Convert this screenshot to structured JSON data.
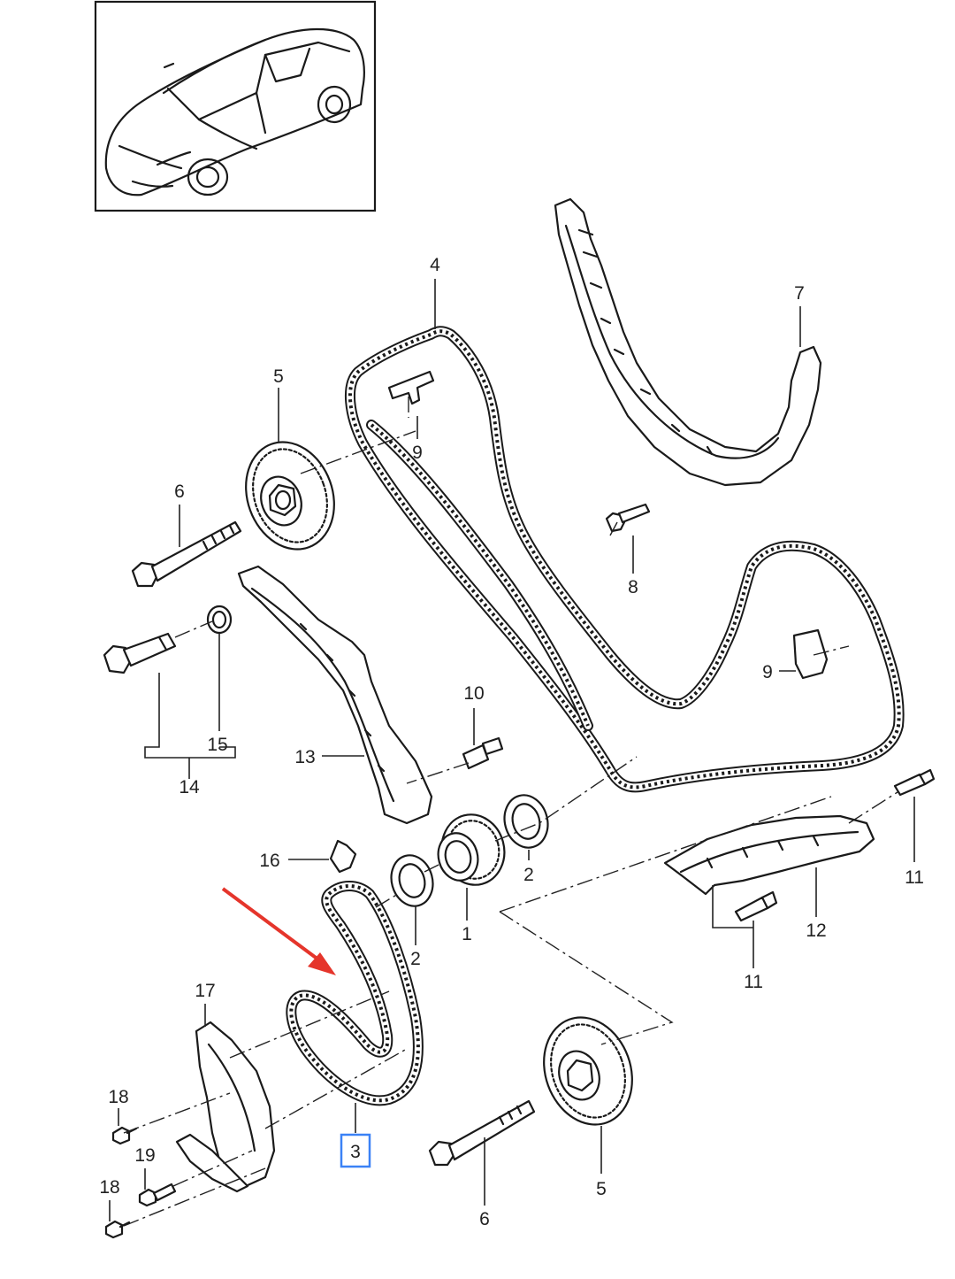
{
  "callouts": {
    "c1": "1",
    "c2a": "2",
    "c2b": "2",
    "c3": "3",
    "c4": "4",
    "c5a": "5",
    "c5b": "5",
    "c6a": "6",
    "c6b": "6",
    "c7": "7",
    "c8": "8",
    "c9a": "9",
    "c9b": "9",
    "c10": "10",
    "c11a": "11",
    "c11b": "11",
    "c12": "12",
    "c13": "13",
    "c14": "14",
    "c15": "15",
    "c16": "16",
    "c17": "17",
    "c18a": "18",
    "c18b": "18",
    "c19": "19"
  },
  "highlight": {
    "callout": "3",
    "box_color": "#3b82f6",
    "arrow_color": "#e5352b"
  },
  "icons": {
    "vehicle": "car-thumbnail-icon",
    "pointer": "red-arrow-icon"
  }
}
